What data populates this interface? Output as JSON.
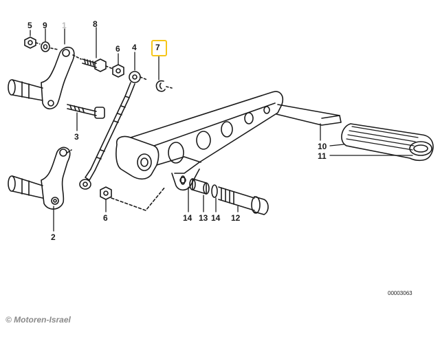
{
  "diagram": {
    "part_labels": {
      "p1": "1",
      "p2": "2",
      "p3": "3",
      "p4": "4",
      "p5": "5",
      "p6a": "6",
      "p6b": "6",
      "p7": "7",
      "p8": "8",
      "p9": "9",
      "p10": "10",
      "p11": "11",
      "p12": "12",
      "p13": "13",
      "p14a": "14",
      "p14b": "14"
    },
    "highlighted_part": "7",
    "highlight_color": "#f5c518",
    "catalog_number": "00003063",
    "copyright": "© Motoren-Israel"
  }
}
